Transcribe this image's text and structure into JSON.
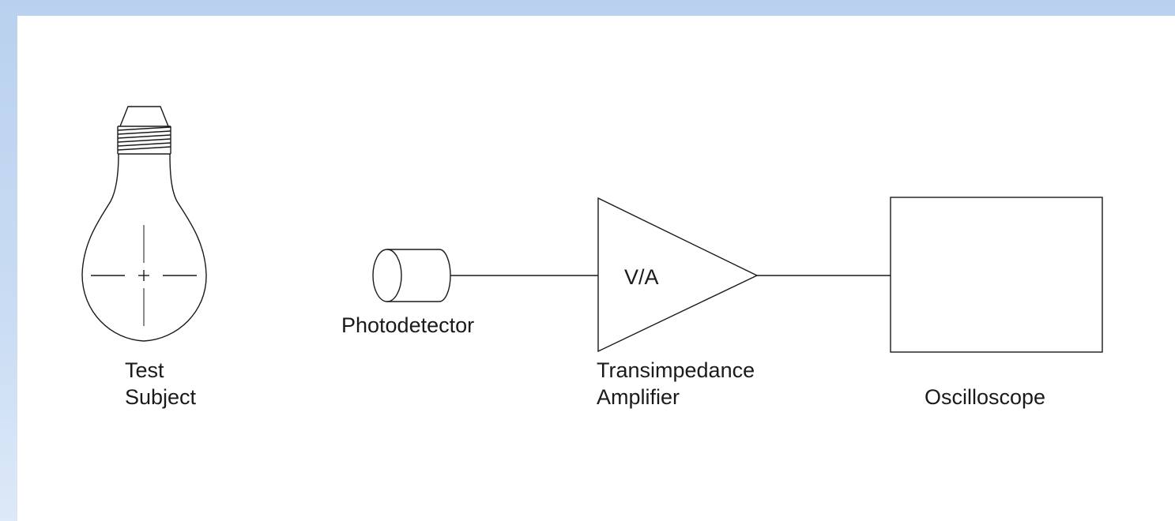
{
  "diagram": {
    "components": [
      {
        "id": "bulb",
        "label_lines": [
          "Test",
          "Subject"
        ]
      },
      {
        "id": "photodetector",
        "label_lines": [
          "Photodetector"
        ]
      },
      {
        "id": "amplifier",
        "symbol_text": "V/A",
        "label_lines": [
          "Transimpedance",
          "Amplifier"
        ]
      },
      {
        "id": "oscilloscope",
        "label_lines": [
          "Oscilloscope"
        ]
      }
    ]
  }
}
